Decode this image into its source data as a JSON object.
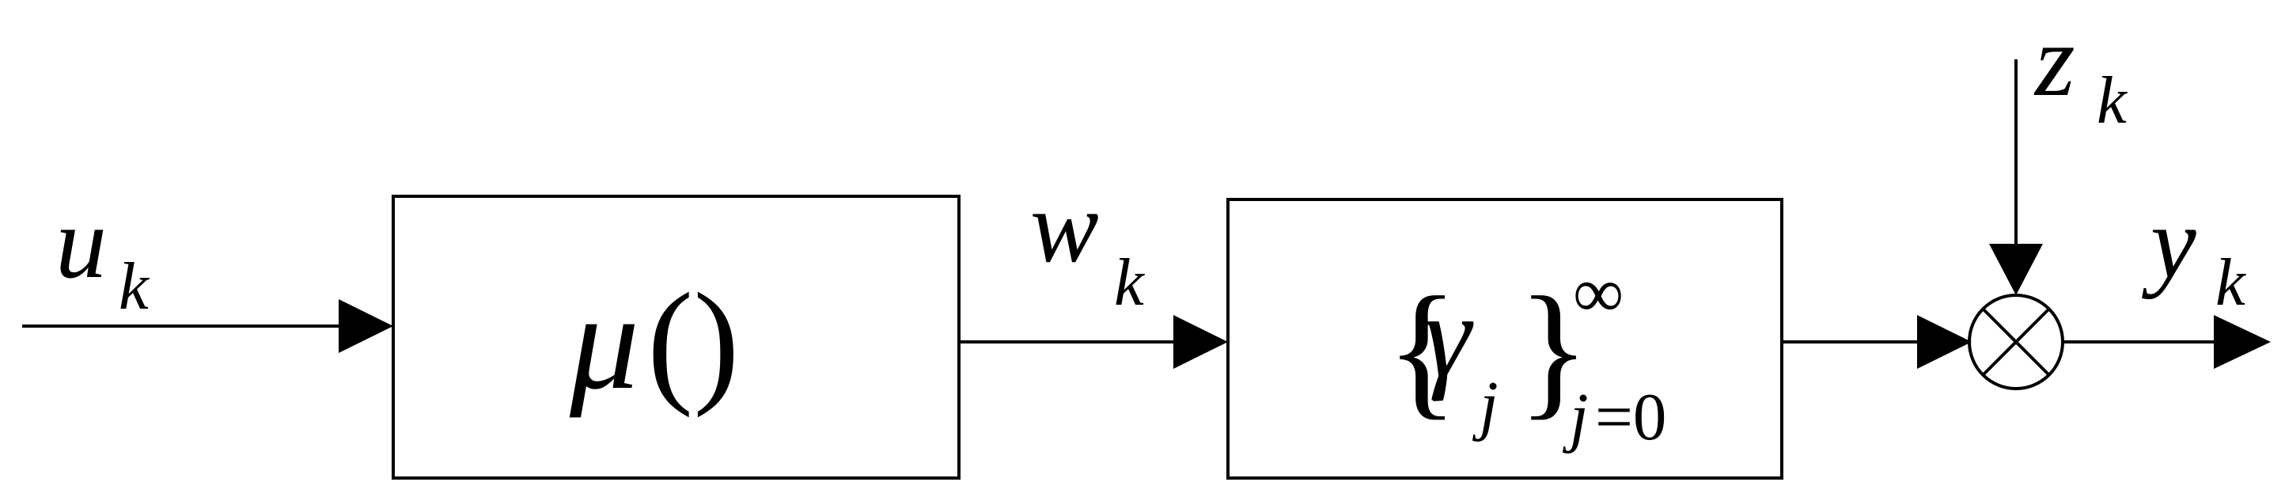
{
  "signals": {
    "u": {
      "base": "u",
      "sub": "k"
    },
    "w": {
      "base": "w",
      "sub": "k"
    },
    "z": {
      "base": "z",
      "sub": "k"
    },
    "y": {
      "base": "y",
      "sub": "k"
    }
  },
  "blocks": {
    "nonlinear": {
      "fn": "μ",
      "parens": "()"
    },
    "linear": {
      "open_brace": "{",
      "symbol": "γ",
      "symbol_sub": "j",
      "close_brace": "}",
      "upper": "∞",
      "lower_var": "j",
      "lower_eq": "=0"
    }
  },
  "junction": {
    "symbol": "multiply-circle"
  },
  "colors": {
    "stroke": "#000000",
    "background": "#ffffff"
  }
}
